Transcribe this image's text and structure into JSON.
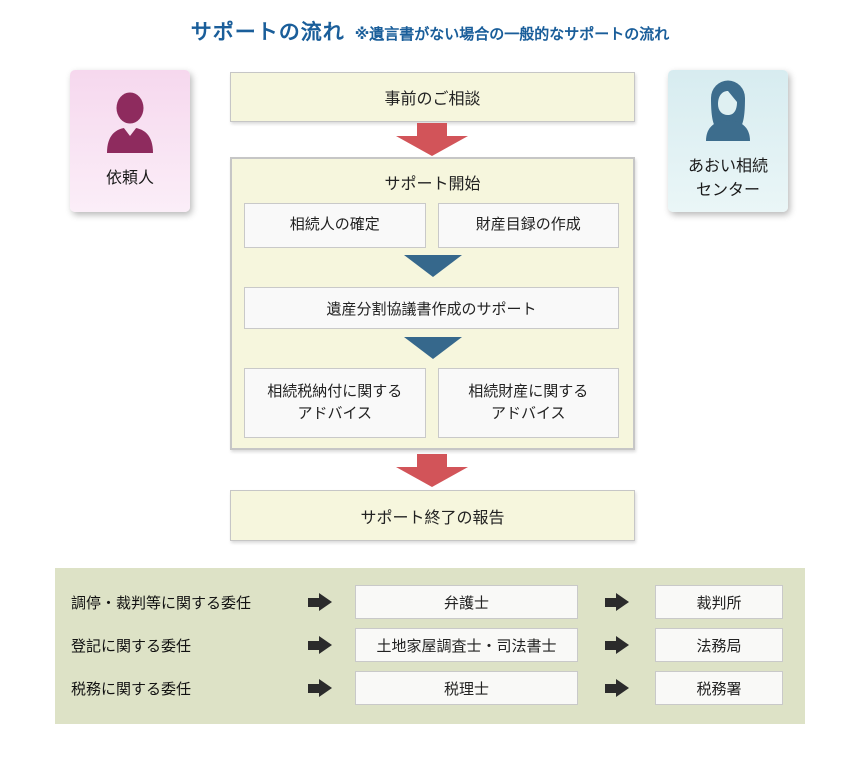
{
  "title": {
    "main": "サポートの流れ",
    "note": "※遺言書がない場合の一般的なサポートの流れ"
  },
  "actors": {
    "client": {
      "label": "依頼人"
    },
    "center": {
      "label": "あおい相続\nセンター"
    }
  },
  "flow": {
    "pre_consultation": "事前のご相談",
    "support_start": "サポート開始",
    "task_heir_confirmation": "相続人の確定",
    "task_asset_inventory": "財産目録の作成",
    "task_division_agreement": "遺産分割協議書作成のサポート",
    "task_tax_payment_advice": "相続税納付に関する\nアドバイス",
    "task_inherited_asset_advice": "相続財産に関する\nアドバイス",
    "final_report": "サポート終了の報告"
  },
  "delegations": {
    "rows": [
      {
        "label": "調停・裁判等に関する委任",
        "professional": "弁護士",
        "destination": "裁判所"
      },
      {
        "label": "登記に関する委任",
        "professional": "土地家屋調査士・司法書士",
        "destination": "法務局"
      },
      {
        "label": "税務に関する委任",
        "professional": "税理士",
        "destination": "税務署"
      }
    ]
  },
  "colors": {
    "title_blue": "#1a5e9a",
    "flow_box_yellow": "#f6f6dd",
    "arrow_red": "#d25459",
    "arrow_blue": "#36688c",
    "delegations_green": "#dde2c6",
    "client_card_pink": "#f6d8ee",
    "client_icon_magenta": "#8e2b5e",
    "center_card_cyan": "#d7ecf0",
    "center_icon_blue": "#3d6d8d",
    "black_arrow": "#2b2b2b"
  }
}
